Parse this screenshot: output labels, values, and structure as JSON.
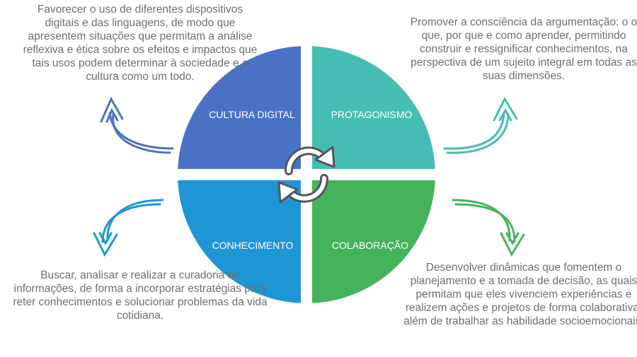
{
  "quadrants": [
    {
      "id": "cultura",
      "label": "CULTURA DIGITAL",
      "color": "#4a72c4"
    },
    {
      "id": "protagonismo",
      "label": "PROTAGONISMO",
      "color": "#46bdb2"
    },
    {
      "id": "conhecimento",
      "label": "CONHECIMENTO",
      "color": "#1e96d6"
    },
    {
      "id": "colaboracao",
      "label": "COLABORAÇÃO",
      "color": "#45b35c"
    }
  ],
  "descriptions": {
    "cultura": "Favorecer o uso de diferentes dispositivos digitais e das linguagens, de modo que apresentem situações que permitam a análise reflexiva e ética sobre os efeitos e impactos que tais usos podem determinar à sociedade e a cultura como um todo.",
    "protagonismo": "Promover a consciência da argumentação: o o que, por que e como aprender, permitindo construir e ressignificar conhecimentos, na perspectiva de um sujeito integral em todas as suas dimensões.",
    "conhecimento": "Buscar, analisar e realizar a curadoria de informações, de forma a incorporar estratégias para reter conhecimentos e solucionar problemas da vida cotidiana.",
    "colaboracao": "Desenvolver dinâmicas que fomentem o planejamento e a tomada de decisão, as quais permitam que eles vivenciem experiências e realizem ações e projetos de forma colaborativa, além de trabalhar as habilidade socioemocionais."
  },
  "center_icon": "refresh-cycle-icon",
  "arrow_icon": "curved-arrow-icon",
  "colors": {
    "text": "#6f6f6f",
    "icon_stroke": "#54565f",
    "icon_fill": "#ffffff"
  }
}
